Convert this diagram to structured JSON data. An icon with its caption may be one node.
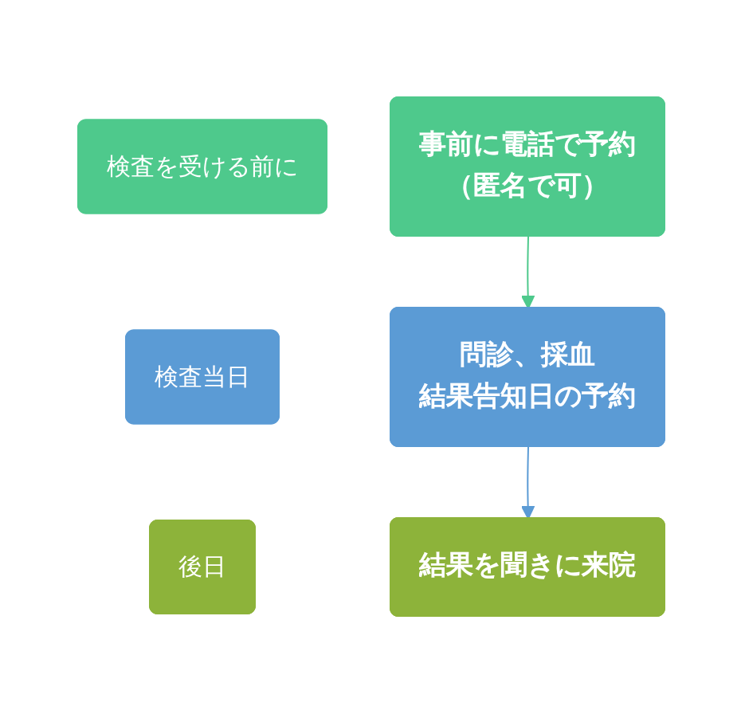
{
  "diagram": {
    "nodes": [
      {
        "text": [
          "検査を受ける前に"
        ]
      },
      {
        "text": [
          "事前に電話で予約",
          "（匿名で可）"
        ]
      },
      {
        "text": [
          "検査当日"
        ]
      },
      {
        "text": [
          "問診、採血",
          "結果告知日の予約"
        ]
      },
      {
        "text": [
          "後日"
        ]
      },
      {
        "text": [
          "結果を聞きに来院"
        ]
      }
    ],
    "edges": [
      {
        "from": 1,
        "to": 3,
        "arrow": "to",
        "color": "#4ec98c"
      },
      {
        "from": 3,
        "to": 5,
        "arrow": "to",
        "color": "#5b9bd5"
      }
    ]
  }
}
